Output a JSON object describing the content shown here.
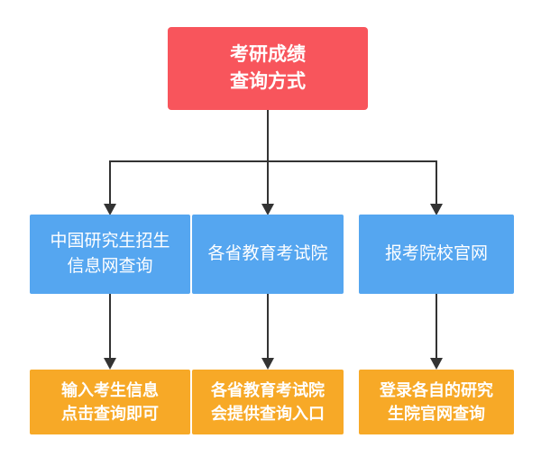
{
  "nodes": {
    "root": "考研成绩\n查询方式",
    "methods": [
      "中国研究生招生\n信息网查询",
      "各省教育考试院",
      "报考院校官网"
    ],
    "details": [
      "输入考生信息\n点击查询即可",
      "各省教育考试院\n会提供查询入口",
      "登录各自的研究\n生院官网查询"
    ]
  },
  "colors": {
    "root_bg": "#f8555c",
    "method_bg": "#55a6f0",
    "detail_bg": "#f7a927",
    "text": "#ffffff",
    "connector": "#333333",
    "background": "#ffffff"
  }
}
